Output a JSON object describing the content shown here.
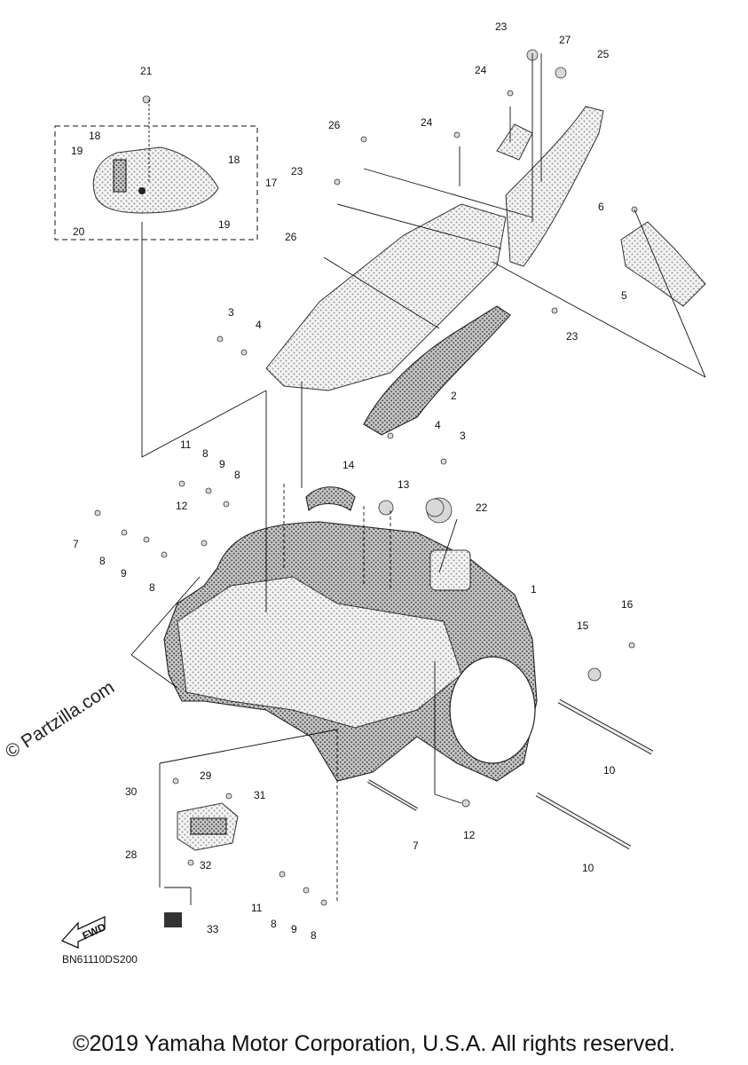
{
  "diagram": {
    "code": "BN61110DS200",
    "watermark": "© Partzilla.com",
    "copyright": "©2019 Yamaha Motor Corporation, U.S.A. All rights reserved.",
    "fwd_label": "FWD",
    "callouts": {
      "c1": "1",
      "c2": "2",
      "c3a": "3",
      "c3b": "3",
      "c4a": "4",
      "c4b": "4",
      "c5": "5",
      "c6": "6",
      "c7a": "7",
      "c7b": "7",
      "c8a": "8",
      "c8b": "8",
      "c8c": "8",
      "c8d": "8",
      "c9a": "9",
      "c9b": "9",
      "c9c": "9",
      "c10a": "10",
      "c10b": "10",
      "c11a": "11",
      "c11b": "11",
      "c12a": "12",
      "c12b": "12",
      "c13": "13",
      "c14": "14",
      "c15": "15",
      "c16": "16",
      "c17": "17",
      "c18a": "18",
      "c18b": "18",
      "c19a": "19",
      "c19b": "19",
      "c20": "20",
      "c21": "21",
      "c22": "22",
      "c23a": "23",
      "c23b": "23",
      "c23c": "23",
      "c24a": "24",
      "c24b": "24",
      "c25": "25",
      "c26a": "26",
      "c26b": "26",
      "c27": "27",
      "c28": "28",
      "c29": "29",
      "c30": "30",
      "c31": "31",
      "c32": "32",
      "c33": "33"
    }
  }
}
